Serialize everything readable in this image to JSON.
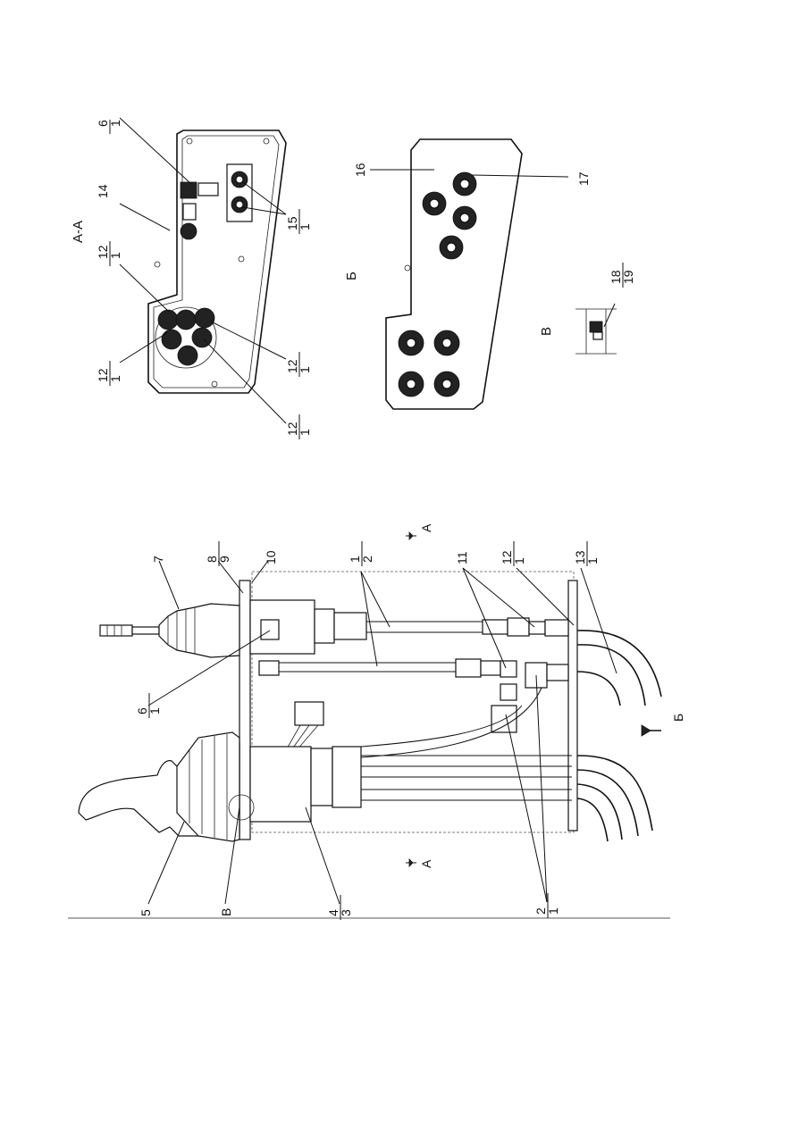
{
  "views": {
    "section_aa": {
      "title": "А-А",
      "callouts": [
        {
          "top": "6",
          "bottom": "1"
        },
        {
          "top": "14"
        },
        {
          "top": "12",
          "bottom": "1"
        },
        {
          "top": "12",
          "bottom": "1"
        },
        {
          "top": "12",
          "bottom": "1"
        },
        {
          "top": "12",
          "bottom": "1"
        },
        {
          "top": "15",
          "bottom": "1"
        }
      ]
    },
    "view_b": {
      "title": "Б",
      "callouts": [
        {
          "top": "16"
        },
        {
          "top": "17"
        }
      ]
    },
    "view_v": {
      "title": "В",
      "callouts": [
        {
          "top": "18",
          "bottom": "19"
        }
      ]
    },
    "main": {
      "section_marks": [
        "А",
        "А"
      ],
      "arrow_label": "Б",
      "callouts": [
        {
          "top": "7"
        },
        {
          "top": "8",
          "bottom": "9"
        },
        {
          "top": "10"
        },
        {
          "top": "1",
          "bottom": "2"
        },
        {
          "top": "11"
        },
        {
          "top": "12",
          "bottom": "1"
        },
        {
          "top": "13",
          "bottom": "1"
        },
        {
          "top": "6",
          "bottom": "1"
        },
        {
          "top": "5"
        },
        {
          "top": "В"
        },
        {
          "top": "4",
          "bottom": "3"
        },
        {
          "top": "2",
          "bottom": "1"
        }
      ]
    }
  }
}
